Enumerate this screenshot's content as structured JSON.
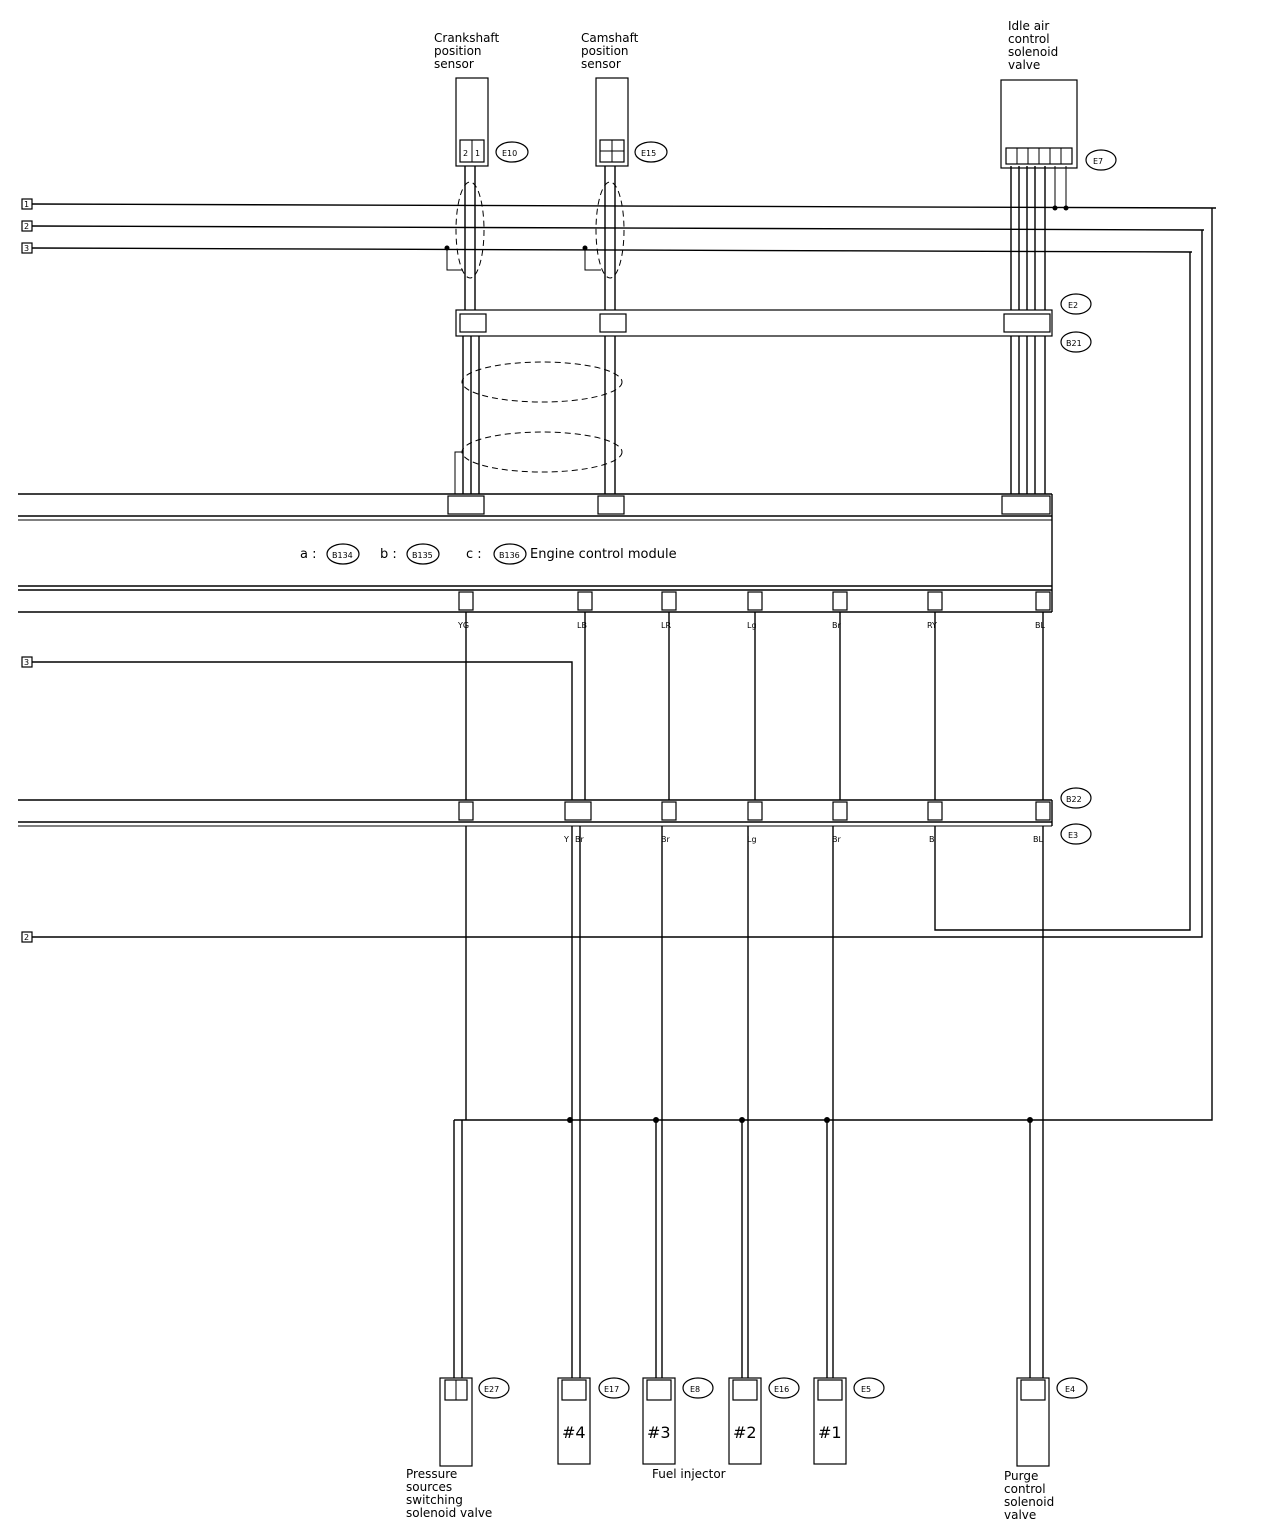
{
  "components": {
    "crankshaft": {
      "label": [
        "Crankshaft",
        "position",
        "sensor"
      ],
      "connector": "E10"
    },
    "camshaft": {
      "label": [
        "Camshaft",
        "position",
        "sensor"
      ],
      "connector": "E15"
    },
    "idle_air": {
      "label": [
        "Idle air",
        "control",
        "solenoid",
        "valve"
      ],
      "connector": "E7"
    },
    "pressure_valve": {
      "label": [
        "Pressure",
        "sources",
        "switching",
        "solenoid valve"
      ],
      "connector": "E27"
    },
    "purge_valve": {
      "label": [
        "Purge",
        "control",
        "solenoid",
        "valve"
      ],
      "connector": "E4"
    },
    "fuel_injector_caption": "Fuel injector",
    "injectors": [
      {
        "number": "#4",
        "connector": "E17"
      },
      {
        "number": "#3",
        "connector": "E8"
      },
      {
        "number": "#2",
        "connector": "E16"
      },
      {
        "number": "#1",
        "connector": "E5"
      }
    ]
  },
  "connectors": {
    "e2": "E2",
    "b21": "B21",
    "b22": "B22",
    "e3": "E3"
  },
  "ecm": {
    "a_prefix": "a :",
    "a_conn": "B134",
    "b_prefix": "b :",
    "b_conn": "B135",
    "c_prefix": "c :",
    "c_conn": "B136",
    "name": "Engine control module"
  },
  "left_refs": [
    "1",
    "2",
    "3",
    "3",
    "2"
  ],
  "wire_colors": {
    "ecm_bottom": [
      "YG",
      "LB",
      "LR",
      "Lg",
      "Br",
      "RY",
      "BL"
    ],
    "e3_bottom": [
      "Y",
      "Br",
      "Br",
      "Lg",
      "Br",
      "B",
      "BL"
    ]
  }
}
